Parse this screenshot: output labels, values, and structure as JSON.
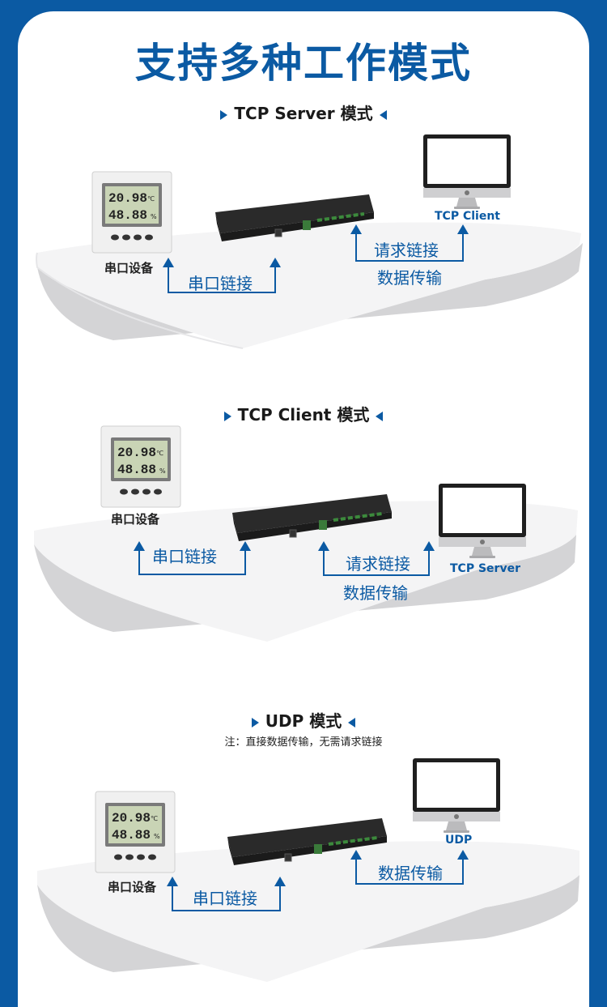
{
  "page": {
    "title": "支持多种工作模式"
  },
  "sections": [
    {
      "title": "TCP Server 模式",
      "device_label": "串口设备",
      "serial_link": "串口链接",
      "pc_label": "TCP Client",
      "request_link": "请求链接",
      "data_transfer": "数据传输",
      "lcd": {
        "row1": "20.98",
        "row1_unit": "℃",
        "row2": "48.88",
        "row2_unit": "%"
      }
    },
    {
      "title": "TCP Client 模式",
      "device_label": "串口设备",
      "serial_link": "串口链接",
      "pc_label": "TCP Server",
      "request_link": "请求链接",
      "data_transfer": "数据传输",
      "lcd": {
        "row1": "20.98",
        "row1_unit": "℃",
        "row2": "48.88",
        "row2_unit": "%"
      }
    },
    {
      "title": "UDP 模式",
      "note": "注：直接数据传输，无需请求链接",
      "device_label": "串口设备",
      "serial_link": "串口链接",
      "pc_label": "UDP",
      "data_transfer": "数据传输",
      "lcd": {
        "row1": "20.98",
        "row1_unit": "℃",
        "row2": "48.88",
        "row2_unit": "%"
      }
    }
  ],
  "colors": {
    "accent": "#0b5aa3",
    "background": "#0b5aa3",
    "card": "#ffffff"
  }
}
